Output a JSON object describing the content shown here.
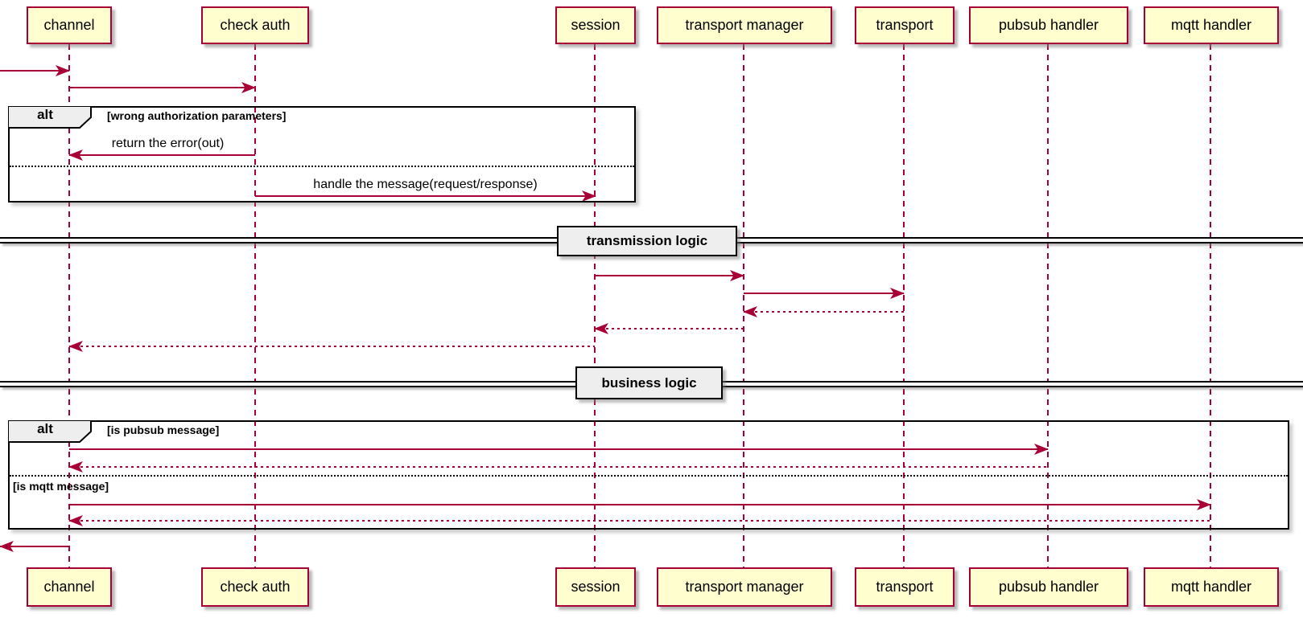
{
  "diagram_type": "plantuml-sequence",
  "participants": [
    {
      "label": "channel"
    },
    {
      "label": "check auth"
    },
    {
      "label": "session"
    },
    {
      "label": "transport manager"
    },
    {
      "label": "transport"
    },
    {
      "label": "pubsub handler"
    },
    {
      "label": "mqtt handler"
    }
  ],
  "messages": [
    {
      "from": "[in]",
      "to": "channel",
      "style": "solid",
      "label": ""
    },
    {
      "from": "channel",
      "to": "check auth",
      "style": "solid",
      "label": ""
    },
    {
      "from": "check auth",
      "to": "channel",
      "style": "solid",
      "label": "return the error(out)"
    },
    {
      "from": "check auth",
      "to": "session",
      "style": "solid",
      "label": "handle the message(request/response)"
    },
    {
      "from": "session",
      "to": "transport manager",
      "style": "solid",
      "label": ""
    },
    {
      "from": "transport manager",
      "to": "transport",
      "style": "solid",
      "label": ""
    },
    {
      "from": "transport",
      "to": "transport manager",
      "style": "dotted",
      "label": ""
    },
    {
      "from": "transport manager",
      "to": "session",
      "style": "dotted",
      "label": ""
    },
    {
      "from": "session",
      "to": "channel",
      "style": "dotted",
      "label": ""
    },
    {
      "from": "channel",
      "to": "pubsub handler",
      "style": "solid",
      "label": ""
    },
    {
      "from": "pubsub handler",
      "to": "channel",
      "style": "dotted",
      "label": ""
    },
    {
      "from": "channel",
      "to": "mqtt handler",
      "style": "solid",
      "label": ""
    },
    {
      "from": "mqtt handler",
      "to": "channel",
      "style": "dotted",
      "label": ""
    },
    {
      "from": "channel",
      "to": "[out]",
      "style": "solid",
      "label": ""
    }
  ],
  "frames": [
    {
      "operator": "alt",
      "guards": [
        "[wrong authorization parameters]"
      ]
    },
    {
      "operator": "alt",
      "guards": [
        "[is pubsub message]",
        "[is mqtt message]"
      ]
    }
  ],
  "dividers": [
    {
      "label": "transmission logic"
    },
    {
      "label": "business logic"
    }
  ],
  "colors": {
    "arrow": "#A80036",
    "lifeline": "#A80036",
    "participant_fill": "#FEFECE",
    "participant_border": "#A80036",
    "frame_border": "#000000",
    "operator_label_bg": "#EEEEEE",
    "divider_label_bg": "#EEEEEE"
  }
}
